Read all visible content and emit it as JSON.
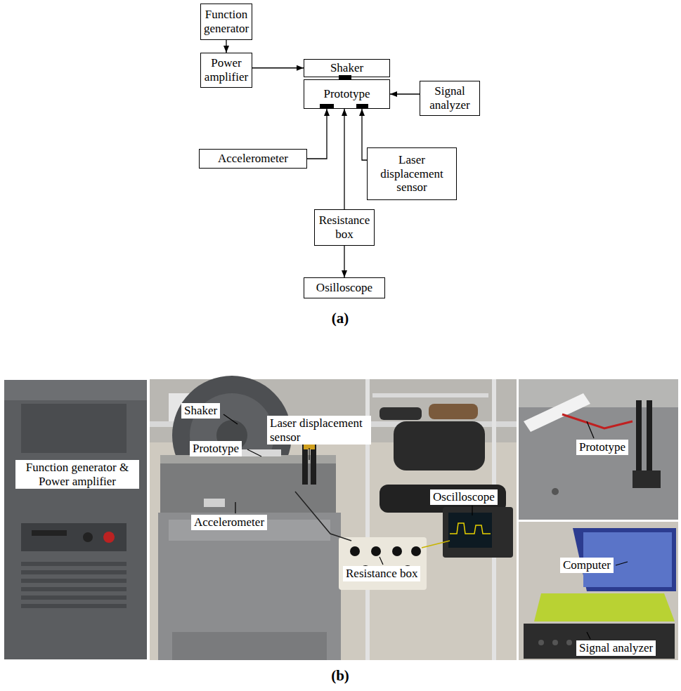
{
  "diagram": {
    "nodes": [
      {
        "text": [
          "Function generator"
        ]
      },
      {
        "text": [
          "Power amplifier"
        ]
      },
      {
        "text": [
          "Shaker"
        ]
      },
      {
        "text": [
          "Prototype"
        ]
      },
      {
        "text": [
          "Signal analyzer"
        ]
      },
      {
        "text": [
          "Accelerometer"
        ]
      },
      {
        "text": [
          "Laser displacement sensor"
        ]
      },
      {
        "text": [
          "Resistance box"
        ]
      },
      {
        "text": [
          "Osilloscope"
        ]
      }
    ],
    "edges": [
      {
        "from": 0,
        "to": 1,
        "arrow": "to"
      },
      {
        "from": 1,
        "to": 2,
        "arrow": "to"
      },
      {
        "from": 4,
        "to": 3,
        "arrow": "to"
      },
      {
        "from": 5,
        "to": 3,
        "arrow": "to"
      },
      {
        "from": 6,
        "to": 3,
        "arrow": "to"
      },
      {
        "from": 7,
        "to": 3,
        "arrow": "to"
      },
      {
        "from": 7,
        "to": 8,
        "arrow": "to"
      }
    ],
    "labels": [
      "(a)",
      "Function generator & Power amplifier",
      "Shaker",
      "Laser displacement sensor",
      "Prototype",
      "Accelerometer",
      "Oscilloscope",
      "Resistance box",
      "Prototype",
      "Computer",
      "Signal analyzer",
      "(b)"
    ]
  }
}
